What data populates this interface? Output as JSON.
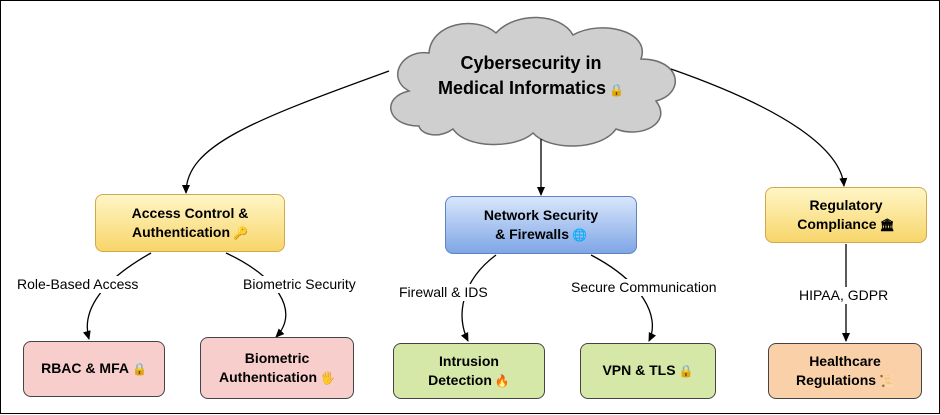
{
  "root": {
    "line1": "Cybersecurity in",
    "line2": "Medical Informatics",
    "icon": "lock-icon",
    "emoji": "🔒"
  },
  "categories": [
    {
      "line1": "Access Control &",
      "line2": "Authentication",
      "icon": "key-icon",
      "emoji": "🔑",
      "color": "#f7d56a"
    },
    {
      "line1": "Network Security",
      "line2": "& Firewalls",
      "icon": "globe-icon",
      "emoji": "🌐",
      "color": "#7fa6e6"
    },
    {
      "line1": "Regulatory",
      "line2": "Compliance",
      "icon": "bank-icon",
      "emoji": "🏛",
      "color": "#f7d56a"
    }
  ],
  "edge_labels": {
    "role_based": "Role-Based Access",
    "biometric_security": "Biometric Security",
    "firewall_ids": "Firewall & IDS",
    "secure_comm": "Secure Communication",
    "hipaa": "HIPAA, GDPR"
  },
  "leaves": {
    "rbac": {
      "line1": "RBAC & MFA",
      "icon": "lock-icon",
      "emoji": "🔒"
    },
    "biometric": {
      "line1": "Biometric",
      "line2": "Authentication",
      "icon": "hand-icon",
      "emoji": "🖐"
    },
    "intrusion": {
      "line1": "Intrusion",
      "line2": "Detection",
      "icon": "fire-icon",
      "emoji": "🔥"
    },
    "vpn": {
      "line1": "VPN & TLS",
      "icon": "lock-icon",
      "emoji": "🔒"
    },
    "healthcare": {
      "line1": "Healthcare",
      "line2": "Regulations",
      "icon": "scroll-icon",
      "emoji": "📜"
    }
  }
}
